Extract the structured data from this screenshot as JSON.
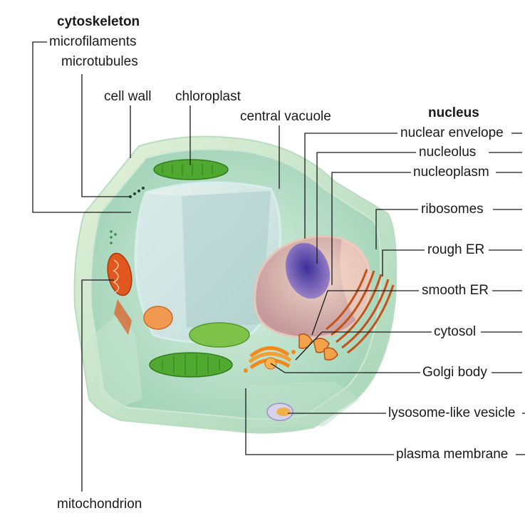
{
  "diagram": {
    "groups": {
      "cytoskeleton": {
        "heading": "cytoskeleton",
        "items": [
          "microfilaments",
          "microtubules"
        ]
      },
      "nucleus": {
        "heading": "nucleus",
        "items": [
          "nuclear envelope",
          "nucleolus",
          "nucleoplasm"
        ]
      }
    },
    "labels": {
      "cell_wall": "cell wall",
      "chloroplast": "chloroplast",
      "central_vacuole": "central vacuole",
      "ribosomes": "ribosomes",
      "rough_er": "rough ER",
      "smooth_er": "smooth ER",
      "cytosol": "cytosol",
      "golgi_body": "Golgi body",
      "lysosome_like_vesicle": "lysosome-like vesicle",
      "plasma_membrane": "plasma membrane",
      "mitochondrion": "mitochondrion"
    },
    "colors": {
      "wall_outer": "#cfe7c4",
      "wall_mid": "#a9d6b4",
      "cytoplasm": "#bfe3cf",
      "vacuole": "#dfeff0",
      "chloroplast": "#4fa82f",
      "nucleus": "#c9a8c8",
      "nucleolus": "#5a45a8",
      "er_orange": "#c2521a",
      "golgi": "#f08a1c",
      "mitochondrion": "#e0581f",
      "leader_line": "#1a1a1a"
    }
  }
}
